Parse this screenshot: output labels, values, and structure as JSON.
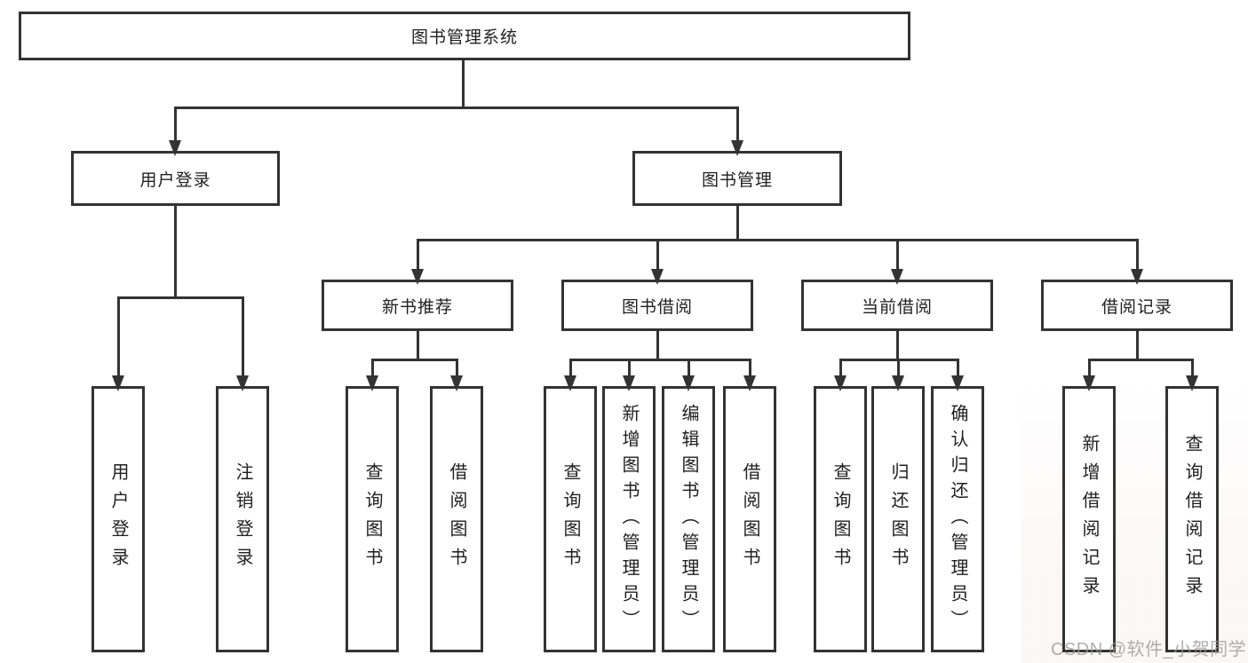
{
  "nodes": {
    "root": "图书管理系统",
    "level2": {
      "user_login": "用户登录",
      "book_management": "图书管理"
    },
    "user_login_children": {
      "login": "用户登录",
      "logout": "注销登录"
    },
    "book_management_children": {
      "new_book_recommend": "新书推荐",
      "book_borrow": "图书借阅",
      "current_borrow": "当前借阅",
      "borrow_records": "借阅记录"
    },
    "new_book_recommend_children": {
      "query_books": "查询图书",
      "borrow_books": "借阅图书"
    },
    "book_borrow_children": {
      "query_books": "查询图书",
      "add_books_admin": "新增图书（管理员）",
      "edit_books_admin": "编辑图书（管理员）",
      "borrow_books": "借阅图书"
    },
    "current_borrow_children": {
      "query_books": "查询图书",
      "return_books": "归还图书",
      "confirm_return_admin": "确认归还（管理员）"
    },
    "borrow_records_children": {
      "add_borrow_record": "新增借阅记录",
      "query_borrow_record": "查询借阅记录"
    }
  },
  "watermark": {
    "text": "CSDN @软件_小贺同学"
  },
  "colors": {
    "line": "#333333",
    "text": "#1f1f1f",
    "background": "#ffffff",
    "watermark": "#9b9999"
  }
}
